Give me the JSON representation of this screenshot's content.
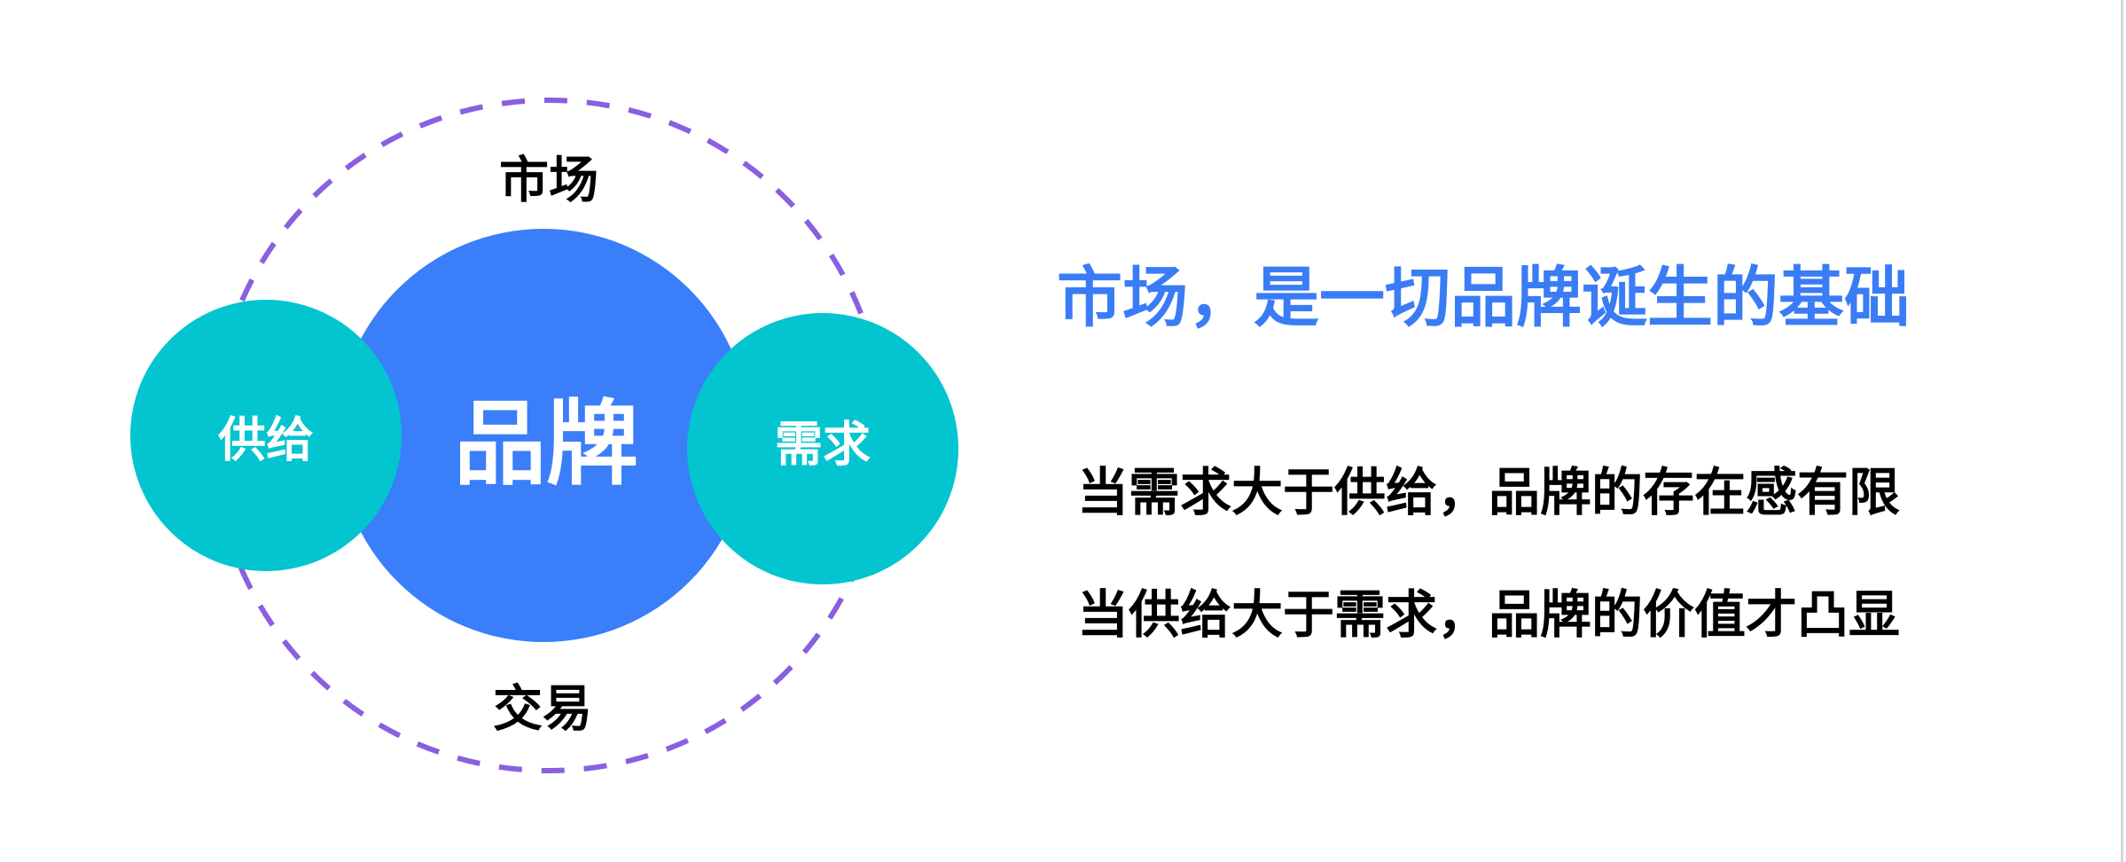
{
  "diagram": {
    "outer_label_top": "市场",
    "outer_label_bottom": "交易",
    "center_label": "品牌",
    "left_label": "供给",
    "right_label": "需求"
  },
  "text": {
    "headline": "市场，是一切品牌诞生的基础",
    "line1": "当需求大于供给，品牌的存在感有限",
    "line2": "当供给大于需求，品牌的价值才凸显"
  },
  "colors": {
    "dashed_ring": "#8a5fe0",
    "brand_circle": "#3a7efa",
    "side_circles": "#02c5cf",
    "headline": "#3a7cf5"
  }
}
